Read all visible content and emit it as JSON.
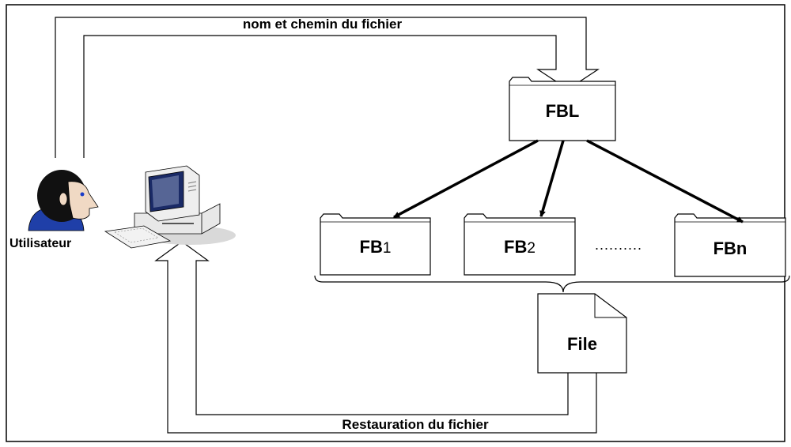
{
  "diagram": {
    "top_flow_label": "nom et chemin du fichier",
    "bottom_flow_label": "Restauration du fichier",
    "user_label": "Utilisateur",
    "fbl_label": "FBL",
    "fb1": {
      "prefix": "FB",
      "index": "1"
    },
    "fb2": {
      "prefix": "FB",
      "index": "2"
    },
    "fbn_label": "FBn",
    "ellipsis": "..........",
    "file_label": "File"
  },
  "icons": [
    "user-avatar-icon",
    "computer-icon",
    "folder-icon",
    "document-icon"
  ],
  "colors": {
    "line": "#000000",
    "fill": "#ffffff",
    "skin": "#f0d9c4",
    "hair": "#111111",
    "shirt": "#1f3fa8",
    "screen": "#1a2a66"
  }
}
